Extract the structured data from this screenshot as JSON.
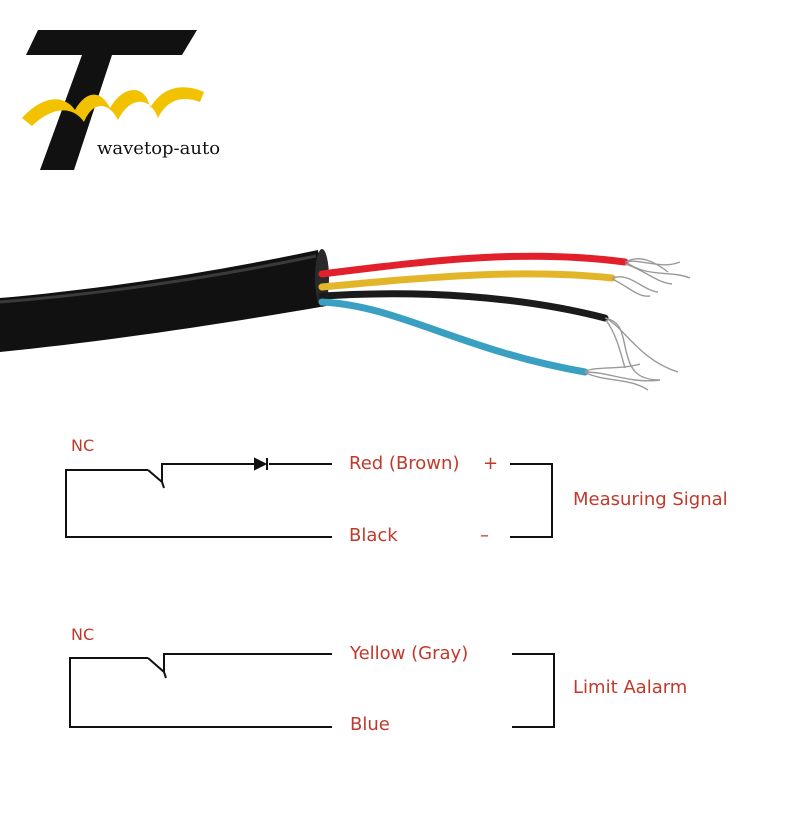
{
  "brand": {
    "name": "wavetop-auto",
    "colors": {
      "black": "#111111",
      "gold": "#f2c200"
    }
  },
  "cable": {
    "wires": [
      {
        "color_name": "red",
        "hex": "#e1202c"
      },
      {
        "color_name": "yellow",
        "hex": "#e3b62a"
      },
      {
        "color_name": "black",
        "hex": "#1b1b1b"
      },
      {
        "color_name": "blue",
        "hex": "#3aa0c2"
      }
    ],
    "jacket_color": "#111111"
  },
  "diagram": {
    "line_color": "#111111",
    "label_color": "#c0392b",
    "circuits": [
      {
        "switch_label": "NC",
        "has_diode": true,
        "top_wire": "Red (Brown)",
        "top_sign": "+",
        "bottom_wire": "Black",
        "bottom_sign": "–",
        "function": "Measuring Signal"
      },
      {
        "switch_label": "NC",
        "has_diode": false,
        "top_wire": "Yellow (Gray)",
        "bottom_wire": "Blue",
        "function": "Limit Aalarm"
      }
    ]
  }
}
